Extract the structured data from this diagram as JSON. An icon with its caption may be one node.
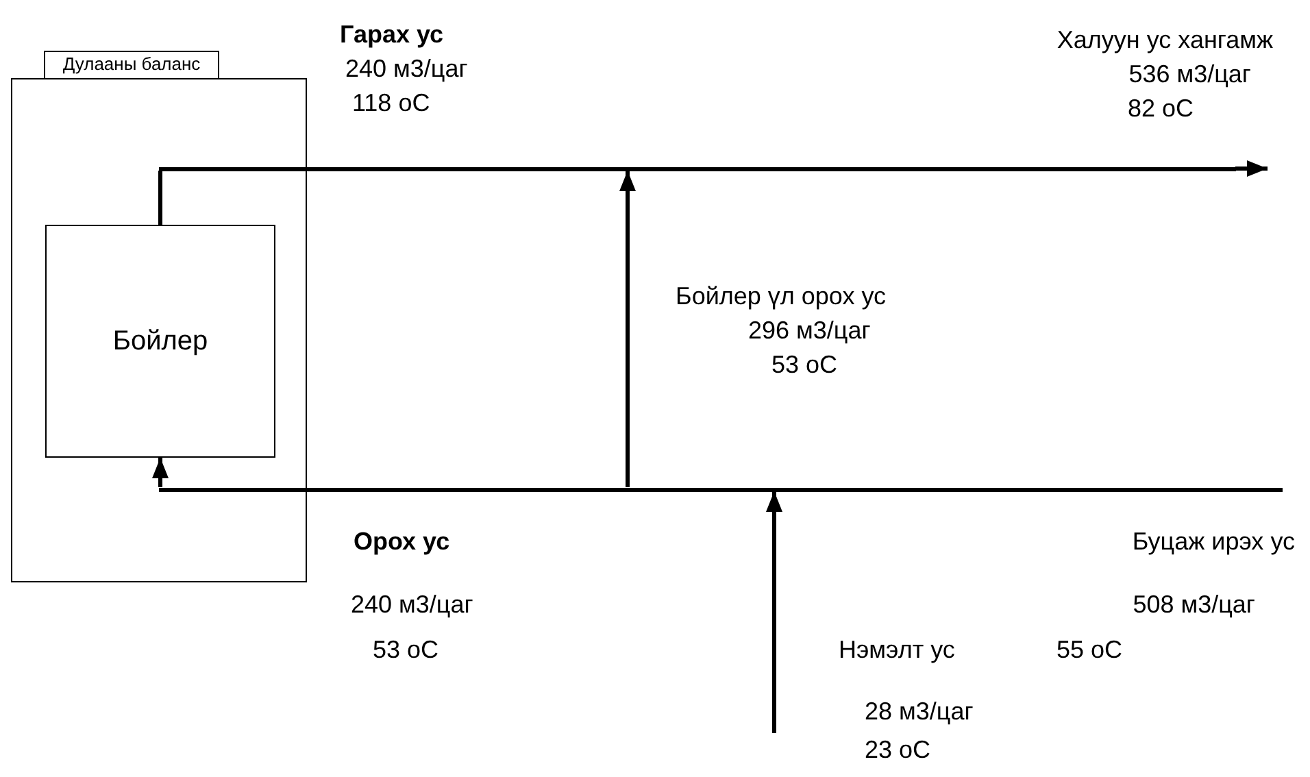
{
  "diagram": {
    "nodes": [
      {
        "text": [
          "Дулааны баланс"
        ]
      },
      {
        "text": [
          "Бойлер"
        ],
        "in": 0
      },
      {
        "text": [],
        "shape": "bar"
      },
      {
        "text": [],
        "shape": "bar"
      }
    ],
    "edges": [
      {
        "from": 1,
        "to": 2,
        "arrow": "none"
      },
      {
        "from": 2,
        "to": null,
        "arrow": "to"
      },
      {
        "from": 3,
        "to": 1,
        "arrow": "to"
      },
      {
        "from": 3,
        "to": 2,
        "arrow": "to"
      },
      {
        "from": null,
        "to": 3,
        "arrow": "to"
      }
    ],
    "labels": [
      "**Гарах ус**",
      "240 м3/цаг",
      "118 оС",
      "Халуун ус хангамж",
      "536 м3/цаг",
      "82 оС",
      "Бойлер үл орох ус",
      "296 м3/цаг",
      "53 оС",
      "**Орох ус**",
      "Буцаж ирэх ус",
      "240 м3/цаг",
      "508 м3/цаг",
      "53 оС",
      "Нэмэлт ус",
      "55 оС",
      "28 м3/цаг",
      "23 оС"
    ]
  }
}
